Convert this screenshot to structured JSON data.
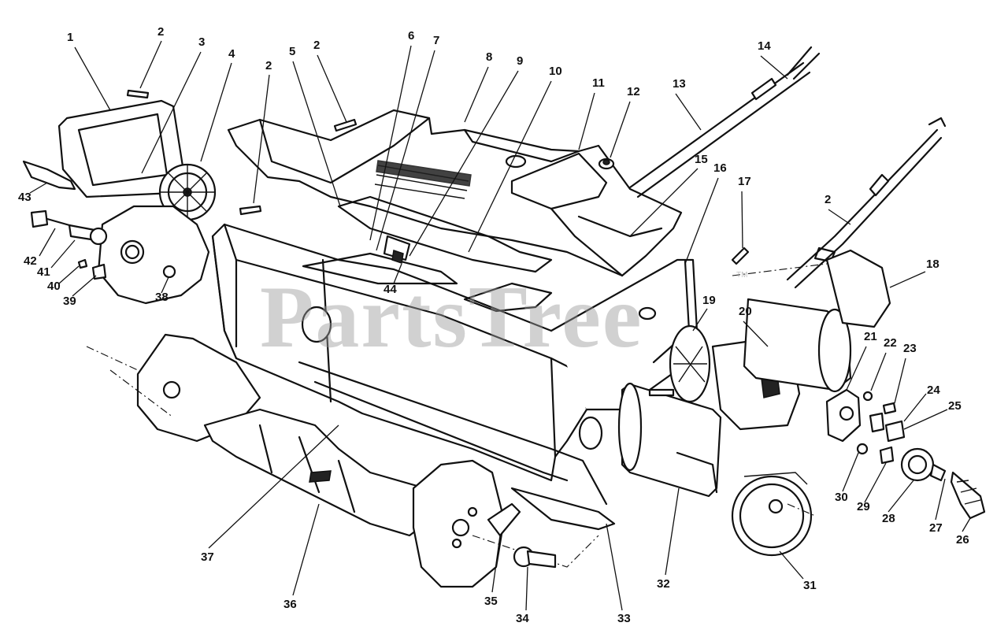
{
  "watermark": {
    "text": "PartsTree",
    "trademark": "TM"
  },
  "callouts": [
    {
      "label": "1"
    },
    {
      "label": "2"
    },
    {
      "label": "3"
    },
    {
      "label": "4"
    },
    {
      "label": "2"
    },
    {
      "label": "5"
    },
    {
      "label": "2"
    },
    {
      "label": "6"
    },
    {
      "label": "7"
    },
    {
      "label": "8"
    },
    {
      "label": "9"
    },
    {
      "label": "10"
    },
    {
      "label": "11"
    },
    {
      "label": "12"
    },
    {
      "label": "13"
    },
    {
      "label": "14"
    },
    {
      "label": "15"
    },
    {
      "label": "16"
    },
    {
      "label": "17"
    },
    {
      "label": "2"
    },
    {
      "label": "18"
    },
    {
      "label": "19"
    },
    {
      "label": "20"
    },
    {
      "label": "21"
    },
    {
      "label": "22"
    },
    {
      "label": "23"
    },
    {
      "label": "24"
    },
    {
      "label": "25"
    },
    {
      "label": "26"
    },
    {
      "label": "27"
    },
    {
      "label": "28"
    },
    {
      "label": "29"
    },
    {
      "label": "30"
    },
    {
      "label": "31"
    },
    {
      "label": "32"
    },
    {
      "label": "33"
    },
    {
      "label": "34"
    },
    {
      "label": "35"
    },
    {
      "label": "36"
    },
    {
      "label": "37"
    },
    {
      "label": "38"
    },
    {
      "label": "39"
    },
    {
      "label": "40"
    },
    {
      "label": "41"
    },
    {
      "label": "42"
    },
    {
      "label": "43"
    },
    {
      "label": "44"
    }
  ]
}
